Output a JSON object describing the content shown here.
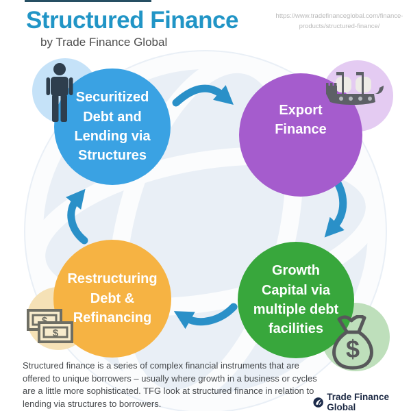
{
  "header": {
    "title": "Structured Finance",
    "subtitle": "by Trade Finance Global",
    "url": "https://www.tradefinanceglobal.com/finance-products/structured-finance/"
  },
  "diagram": {
    "type": "cycle",
    "arrow_color": "#2a90c8",
    "nodes": [
      {
        "id": "securitized-debt",
        "label": "Securitized\nDebt and\nLending via\nStructures",
        "color": "#3aa2e3",
        "accent_color": "#c5e2f8",
        "icon": "person-icon"
      },
      {
        "id": "export-finance",
        "label": "Export\nFinance",
        "color": "#a55ccd",
        "accent_color": "#e4cbf2",
        "icon": "ship-icon"
      },
      {
        "id": "growth-capital",
        "label": "Growth\nCapital via\nmultiple debt\nfacilities",
        "color": "#38a73c",
        "accent_color": "#bedfbb",
        "icon": "money-bag-icon"
      },
      {
        "id": "restructuring-debt",
        "label": "Restructuring\nDebt &\nRefinancing",
        "color": "#f6b343",
        "accent_color": "#f5e1b6",
        "icon": "banknotes-icon"
      }
    ]
  },
  "footer": {
    "description": "Structured finance is a series of complex financial instruments that are offered to unique borrowers – usually where growth in a business or cycles are a little more sophisticated. TFG look at structured finance in relation to lending via structures to borrowers.",
    "logo_label": "Trade Finance Global"
  },
  "colors": {
    "title": "#2195c6",
    "subtitle": "#4d4d4d",
    "url": "#b9b9b9",
    "description": "#46494c",
    "logo": "#1a2742",
    "top_bar": "#264f63",
    "watermark_fill": "#e9eff6",
    "watermark_lines": "#ffffff"
  }
}
